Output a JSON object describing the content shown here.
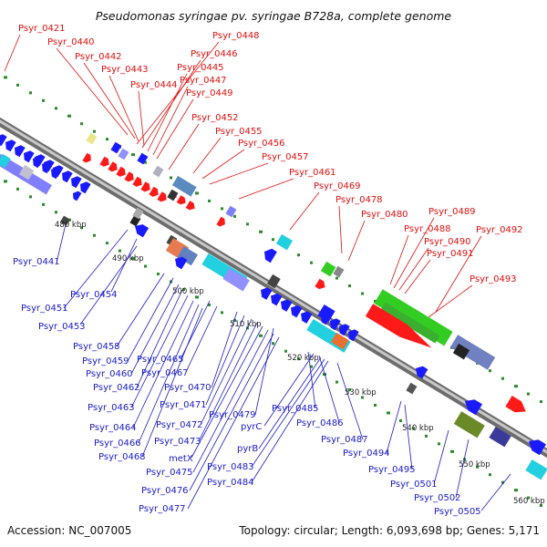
{
  "title": "Pseudomonas syringae pv. syringae B728a, complete genome",
  "accession": "Accession: NC_007005",
  "summary": "Topology: circular; Length: 6,093,698 bp; Genes: 5,171",
  "colors": {
    "forward_label": "#e01010",
    "reverse_label": "#1a1acc",
    "backbone": "#8a8a8a",
    "tick_dots": "#2b8a2b",
    "forward_gene": "#ff1a1a",
    "reverse_gene": "#1a1aff",
    "rna_gene": "#33cc22",
    "hypothetical": "#8080ff",
    "feature_cyan": "#22d0e0"
  },
  "ruler_labels": [
    {
      "id": "480",
      "text": "480 kbp"
    },
    {
      "id": "490",
      "text": "490 kbp"
    },
    {
      "id": "500",
      "text": "500 kbp"
    },
    {
      "id": "510",
      "text": "510 kbp"
    },
    {
      "id": "520",
      "text": "520 kbp"
    },
    {
      "id": "530",
      "text": "530 kbp"
    },
    {
      "id": "540",
      "text": "540 kbp"
    },
    {
      "id": "550",
      "text": "550 kbp"
    },
    {
      "id": "560",
      "text": "560 kbp"
    }
  ],
  "forward_labels": [
    {
      "id": "0421",
      "text": "Psyr_0421"
    },
    {
      "id": "0440",
      "text": "Psyr_0440"
    },
    {
      "id": "0442",
      "text": "Psyr_0442"
    },
    {
      "id": "0443",
      "text": "Psyr_0443"
    },
    {
      "id": "0444",
      "text": "Psyr_0444"
    },
    {
      "id": "0448",
      "text": "Psyr_0448"
    },
    {
      "id": "0446",
      "text": "Psyr_0446"
    },
    {
      "id": "0445",
      "text": "Psyr_0445"
    },
    {
      "id": "0447",
      "text": "Psyr_0447"
    },
    {
      "id": "0449",
      "text": "Psyr_0449"
    },
    {
      "id": "0452",
      "text": "Psyr_0452"
    },
    {
      "id": "0455",
      "text": "Psyr_0455"
    },
    {
      "id": "0456",
      "text": "Psyr_0456"
    },
    {
      "id": "0457",
      "text": "Psyr_0457"
    },
    {
      "id": "0461",
      "text": "Psyr_0461"
    },
    {
      "id": "0469",
      "text": "Psyr_0469"
    },
    {
      "id": "0478",
      "text": "Psyr_0478"
    },
    {
      "id": "0480",
      "text": "Psyr_0480"
    },
    {
      "id": "0488",
      "text": "Psyr_0488"
    },
    {
      "id": "0489",
      "text": "Psyr_0489"
    },
    {
      "id": "0490",
      "text": "Psyr_0490"
    },
    {
      "id": "0491",
      "text": "Psyr_0491"
    },
    {
      "id": "0492",
      "text": "Psyr_0492"
    },
    {
      "id": "0493",
      "text": "Psyr_0493"
    }
  ],
  "reverse_labels": [
    {
      "id": "0441",
      "text": "Psyr_0441"
    },
    {
      "id": "0451",
      "text": "Psyr_0451"
    },
    {
      "id": "0454",
      "text": "Psyr_0454"
    },
    {
      "id": "0453",
      "text": "Psyr_0453"
    },
    {
      "id": "0458",
      "text": "Psyr_0458"
    },
    {
      "id": "0459",
      "text": "Psyr_0459"
    },
    {
      "id": "0465",
      "text": "Psyr_0465"
    },
    {
      "id": "0460",
      "text": "Psyr_0460"
    },
    {
      "id": "0467",
      "text": "Psyr_0467"
    },
    {
      "id": "0462",
      "text": "Psyr_0462"
    },
    {
      "id": "0470",
      "text": "Psyr_0470"
    },
    {
      "id": "0463",
      "text": "Psyr_0463"
    },
    {
      "id": "0471",
      "text": "Psyr_0471"
    },
    {
      "id": "0479",
      "text": "Psyr_0479"
    },
    {
      "id": "0472",
      "text": "Psyr_0472"
    },
    {
      "id": "0464",
      "text": "Psyr_0464"
    },
    {
      "id": "0473",
      "text": "Psyr_0473"
    },
    {
      "id": "0466",
      "text": "Psyr_0466"
    },
    {
      "id": "0468",
      "text": "Psyr_0468"
    },
    {
      "id": "metX",
      "text": "metX"
    },
    {
      "id": "0475",
      "text": "Psyr_0475"
    },
    {
      "id": "0476",
      "text": "Psyr_0476"
    },
    {
      "id": "0477",
      "text": "Psyr_0477"
    },
    {
      "id": "0485",
      "text": "Psyr_0485"
    },
    {
      "id": "pyrC",
      "text": "pyrC"
    },
    {
      "id": "0486",
      "text": "Psyr_0486"
    },
    {
      "id": "pyrB",
      "text": "pyrB"
    },
    {
      "id": "0483",
      "text": "Psyr_0483"
    },
    {
      "id": "0484",
      "text": "Psyr_0484"
    },
    {
      "id": "0487",
      "text": "Psyr_0487"
    },
    {
      "id": "0494",
      "text": "Psyr_0494"
    },
    {
      "id": "0495",
      "text": "Psyr_0495"
    },
    {
      "id": "0501",
      "text": "Psyr_0501"
    },
    {
      "id": "0502",
      "text": "Psyr_0502"
    },
    {
      "id": "0505",
      "text": "Psyr_0505"
    }
  ]
}
